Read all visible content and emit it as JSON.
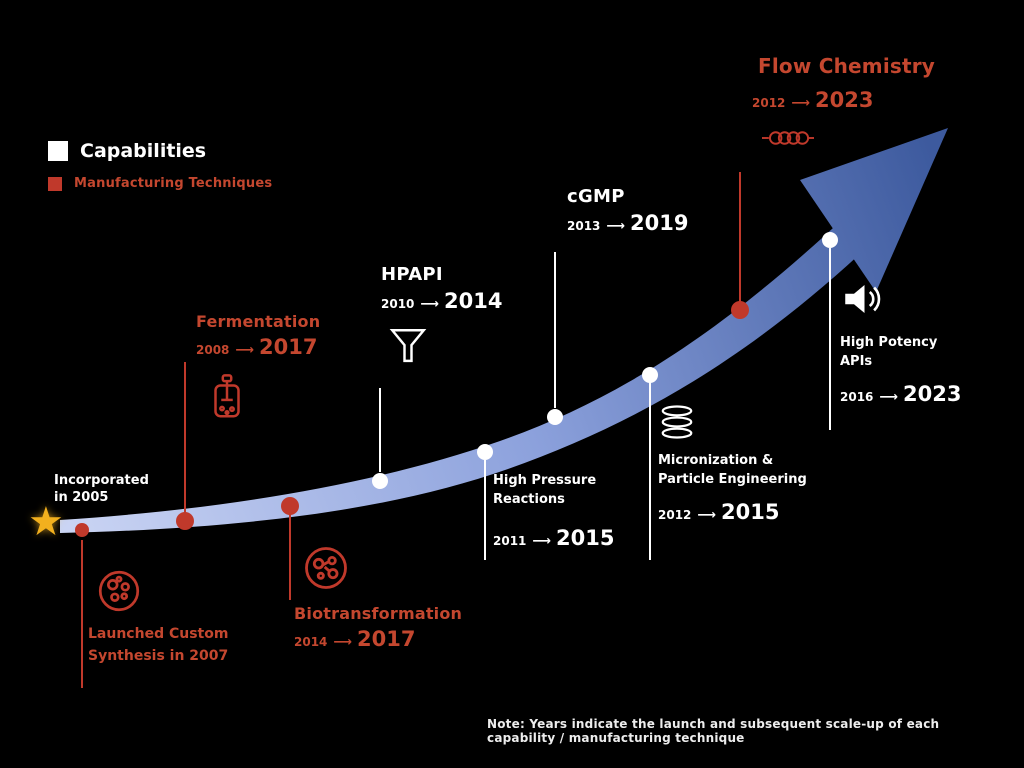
{
  "legend": {
    "capabilities": "Capabilities",
    "techniques": "Manufacturing Techniques"
  },
  "start": {
    "note_line1": "Incorporated",
    "note_line2": "in 2005"
  },
  "red": {
    "custom_synthesis": {
      "line1": "Launched Custom",
      "line2": "Synthesis in 2007"
    },
    "fermentation": {
      "title": "Fermentation",
      "from": "2008",
      "to": "2017"
    },
    "biotransformation": {
      "title": "Biotransformation",
      "from": "2014",
      "to": "2017"
    },
    "flow_chemistry": {
      "title": "Flow Chemistry",
      "from": "2012",
      "to": "2023"
    }
  },
  "white": {
    "hpapi": {
      "title": "HPAPI",
      "from": "2010",
      "to": "2014"
    },
    "cgmp": {
      "title": "cGMP",
      "from": "2013",
      "to": "2019"
    },
    "high_pressure": {
      "line1": "High Pressure",
      "line2": "Reactions",
      "from": "2011",
      "to": "2015"
    },
    "micronization": {
      "line1": "Micronization &",
      "line2": "Particle Engineering",
      "from": "2012",
      "to": "2015"
    },
    "high_potency": {
      "line1": "High Potency",
      "line2": "APIs",
      "from": "2016",
      "to": "2023"
    }
  },
  "footnote": "Note: Years indicate the launch and subsequent scale-up of each capability / manufacturing technique",
  "arrow_glyph": "⟶",
  "colors": {
    "red": "#C0392B",
    "red_text": "#C4472F",
    "arrow_light": "#CBD5F4",
    "arrow_dark": "#3D5A9E",
    "star": "#F2B01E",
    "white": "#FFFFFF",
    "background": "#000000"
  }
}
